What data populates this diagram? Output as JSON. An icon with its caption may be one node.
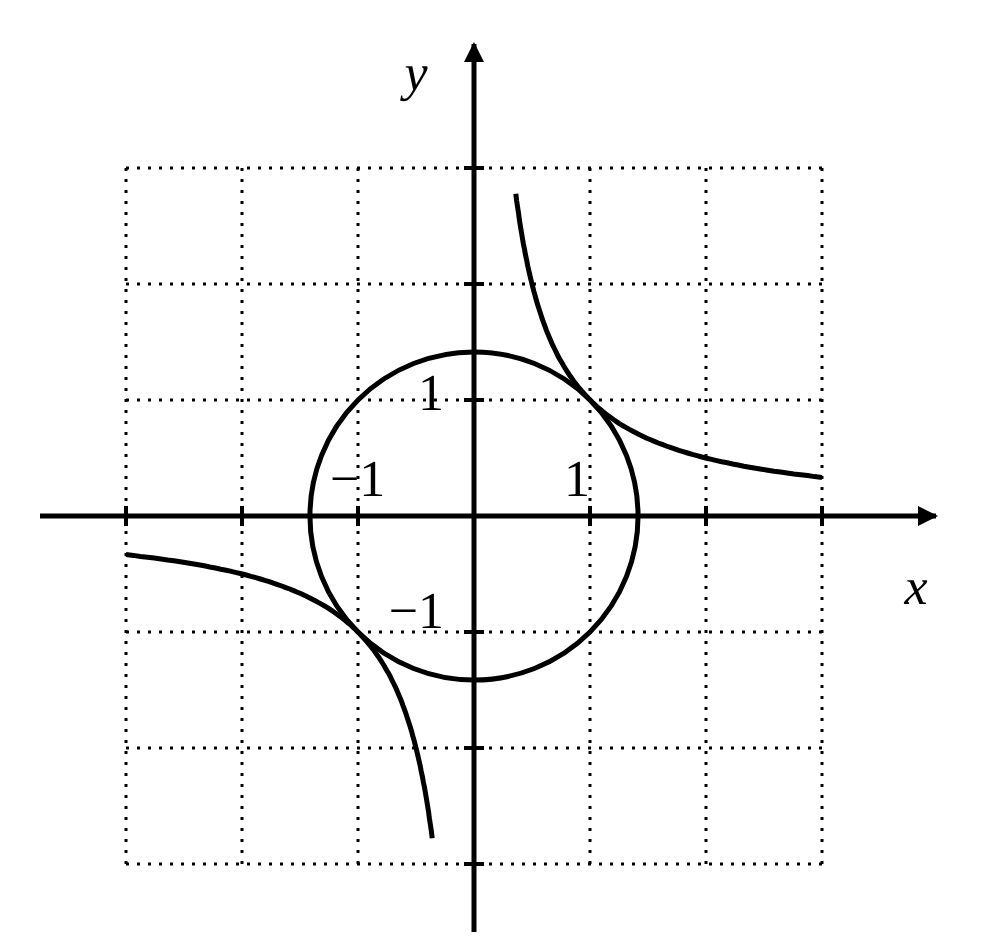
{
  "diagram": {
    "labels": [
      "y",
      "1",
      "−1",
      "1",
      "x",
      "−1"
    ]
  }
}
